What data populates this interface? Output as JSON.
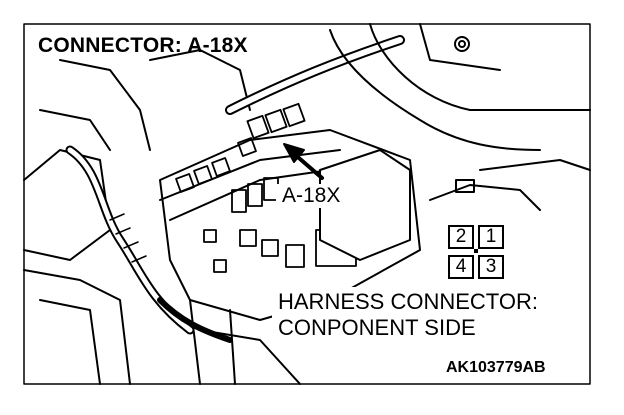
{
  "figure": {
    "title": "CONNECTOR: A-18X",
    "callout_label": "A-18X",
    "harness_line1": "HARNESS CONNECTOR:",
    "harness_line2": "CONPONENT SIDE",
    "figure_code": "AK103779AB",
    "pins": [
      "2",
      "1",
      "4",
      "3"
    ],
    "colors": {
      "ink": "#000000",
      "paper": "#ffffff"
    }
  }
}
